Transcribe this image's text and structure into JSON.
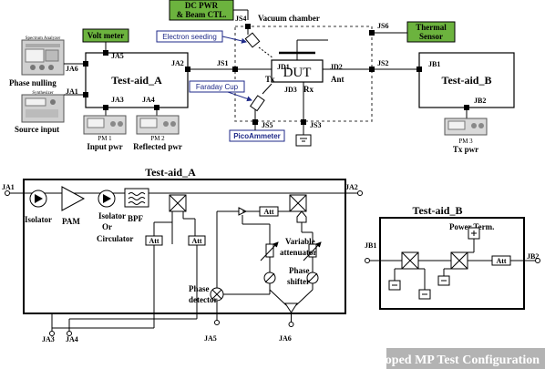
{
  "top": {
    "dc_pwr_1": "DC PWR",
    "dc_pwr_2": "& Beam CTL.",
    "vacuum_chamber": "Vacuum chamber",
    "thermal_1": "Thermal",
    "thermal_2": "Sensor",
    "electron_seeding": "Electron seeding",
    "faraday_cup": "Faraday Cup",
    "picoammeter": "PicoAmmeter",
    "dut": "DUT",
    "tx": "Tx",
    "rx": "Rx",
    "ant": "Ant",
    "test_aid_a": "Test-aid_A",
    "test_aid_b": "Test-aid_B",
    "volt_meter": "Volt meter",
    "spectrum_analyzer": "Spectrum Analyzer",
    "synthesizer": "Synthesizer",
    "phase_nulling": "Phase nulling",
    "source_input": "Source input",
    "pm1": "PM 1",
    "input_pwr": "Input pwr",
    "pm2": "PM 2",
    "reflected_pwr": "Reflected pwr",
    "pm3": "PM 3",
    "tx_pwr": "Tx pwr",
    "ports": {
      "js1": "JS1",
      "js2": "JS2",
      "js3": "JS3",
      "js4": "JS4",
      "js5": "JS5",
      "js6": "JS6",
      "jd1": "JD1",
      "jd2": "JD2",
      "jd3": "JD3",
      "ja1": "JA1",
      "ja2": "JA2",
      "ja3": "JA3",
      "ja4": "JA4",
      "ja5": "JA5",
      "ja6": "JA6",
      "jb1": "JB1",
      "jb2": "JB2"
    }
  },
  "bottom_a": {
    "title": "Test-aid_A",
    "ja1": "JA1",
    "ja2": "JA2",
    "ja3": "JA3",
    "ja4": "JA4",
    "ja5": "JA5",
    "ja6": "JA6",
    "isolator": "Isolator",
    "isolator2": "Isolator",
    "pam": "PAM",
    "or": "Or",
    "circulator": "Circulator",
    "bpf": "BPF",
    "att": "Att",
    "variable": "Variable",
    "attenuator": "attenuator",
    "phase": "Phase",
    "shifter": "shifter",
    "phase_detector_1": "Phase",
    "phase_detector_2": "detector"
  },
  "bottom_b": {
    "title": "Test-aid_B",
    "jb1": "JB1",
    "jb2": "JB2",
    "power_term": "Power Term.",
    "att": "Att"
  },
  "caption": "In-house Developed MP Test Configuration",
  "colors": {
    "green_box": "#6cb33e",
    "callout_blue": "#1f2a88",
    "caption_bar": "#b3b3b3"
  }
}
